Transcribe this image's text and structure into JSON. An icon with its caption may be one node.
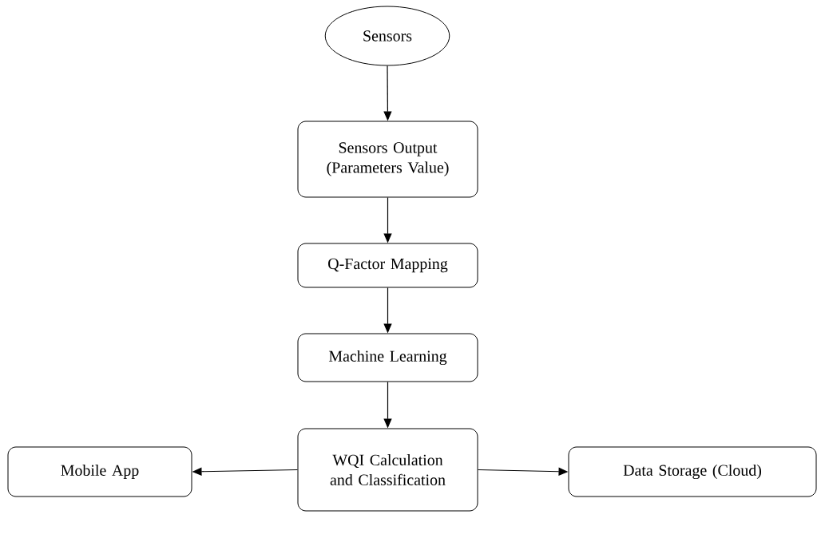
{
  "diagram": {
    "nodes": [
      {
        "text": [
          "Sensors"
        ]
      },
      {
        "text": [
          "Sensors Output (Parameters Value)"
        ]
      },
      {
        "text": [
          "Q-Factor Mapping"
        ]
      },
      {
        "text": [
          "Machine Learning"
        ]
      },
      {
        "text": [
          "WQI Calculation and Classification"
        ]
      },
      {
        "text": [
          "Mobile App"
        ]
      },
      {
        "text": [
          "Data Storage (Cloud)"
        ]
      }
    ],
    "edges": [
      {
        "from": 0,
        "to": 1,
        "arrow": "to"
      },
      {
        "from": 1,
        "to": 2,
        "arrow": "to"
      },
      {
        "from": 2,
        "to": 3,
        "arrow": "to"
      },
      {
        "from": 3,
        "to": 4,
        "arrow": "to"
      },
      {
        "from": 4,
        "to": 5,
        "arrow": "to"
      },
      {
        "from": 4,
        "to": 6,
        "arrow": "to"
      }
    ]
  }
}
